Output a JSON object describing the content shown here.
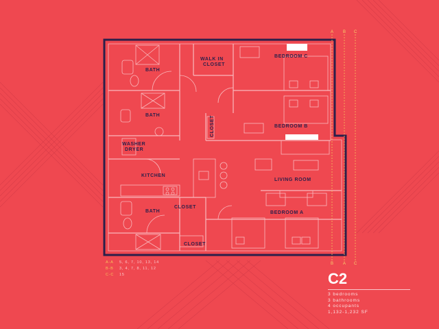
{
  "rooms": {
    "bath_top": "BATH",
    "walk_in_closet_1": "WALK IN",
    "walk_in_closet_2": "CLOSET",
    "bedroom_c": "BEDROOM C",
    "bath_mid": "BATH",
    "closet_vertical": "CLOSET",
    "bedroom_b": "BEDROOM B",
    "washer_dryer_1": "WASHER",
    "washer_dryer_2": "DRYER",
    "kitchen": "KITCHEN",
    "living_room": "LIVING ROOM",
    "bath_bottom": "BATH",
    "closet_bottom_1": "CLOSET",
    "bedroom_a": "BEDROOM A",
    "closet_bottom_2": "CLOSET"
  },
  "axis_tags": {
    "top": [
      "A",
      "B",
      "C"
    ],
    "bottom": [
      "B",
      "A",
      "C"
    ]
  },
  "legend": [
    {
      "key": "A-A",
      "value": "5, 6, 7, 10, 13, 14"
    },
    {
      "key": "B-B",
      "value": "3, 4, 7, 8, 11, 12"
    },
    {
      "key": "C-C",
      "value": "15"
    }
  ],
  "unit": {
    "title": "C2",
    "facts": [
      "3 bedrooms",
      "3 bathrooms",
      "4 occupants",
      "1,132-1,232 SF"
    ]
  },
  "colors": {
    "background": "#ef4850",
    "wall": "#2b1f4a",
    "line": "#f9b9bd",
    "accent": "#f7c25b"
  }
}
